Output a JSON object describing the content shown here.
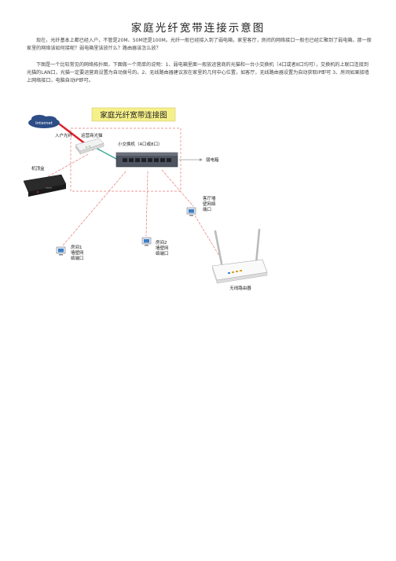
{
  "document": {
    "title": "家庭光纤宽带连接示意图",
    "paragraph1": "现在，光纤基本上都已经入户，不管是20M、50M还是100M。光纤一般已经接入到了弱电箱，家里客厅，房间的网络接口一般也已经汇聚到了弱电箱。那一般家里的网络该如何接呢？弱电箱里该放什么？路由器该怎么放？",
    "paragraph2": "下图是一个比较常见的网络拓扑图，下面做一个简单的说明：1、弱电箱里面一般放运营商的光猫和一台小交换机（4口或者8口均可），交换机的上联口连接到光猫的LAN口，光猫一定要运营商设置为自动拨号的。2、无线路由器建议放在家里的几何中心位置，如客厅，无线路由器设置为自动获取IP即可 3、房间如果接墙上网络接口，电脑自动IP即可。"
  },
  "diagram": {
    "heading": "家庭光纤宽带连接图",
    "internet": "Internet",
    "fiber": "入户光纤",
    "modem": "运营商光猫",
    "switch": "小交换机（4口或8口）",
    "weak_box": "弱电箱",
    "stb": "机顶盒",
    "living_l1": "客厅墙",
    "living_l2": "壁网络",
    "living_l3": "端口",
    "room1_l1": "房间1",
    "room1_l2": "墙壁网",
    "room1_l3": "络端口",
    "room2_l1": "房间2",
    "room2_l2": "墙壁网",
    "room2_l3": "络端口",
    "router": "无线路由器"
  },
  "colors": {
    "fiber_red": "#e0202a",
    "link_teal": "#2aa08a",
    "dash_red": "#e87a7a",
    "heading_bg": "#f6f08a"
  }
}
